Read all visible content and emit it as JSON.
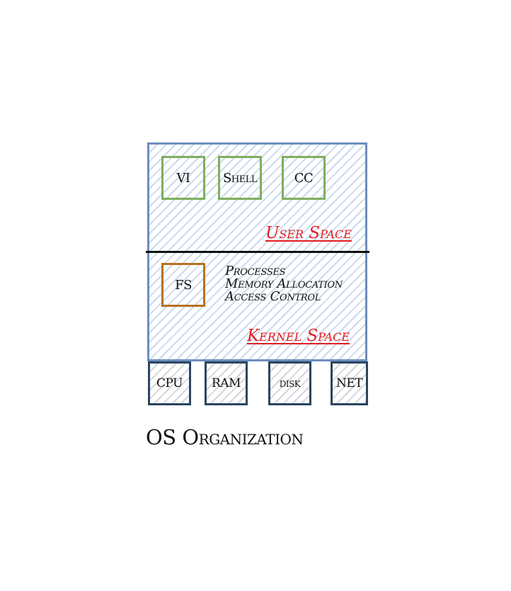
{
  "diagram": {
    "title": "OS Organization",
    "user_space": {
      "label": "User Space",
      "programs": [
        "VI",
        "Shell",
        "CC"
      ]
    },
    "kernel_space": {
      "label": "Kernel Space",
      "module": "FS",
      "features": [
        "Processes",
        "Memory Allocation",
        "Access Control"
      ]
    },
    "hardware": [
      "CPU",
      "RAM",
      "disk",
      "NET"
    ],
    "colors": {
      "os_border": "#6d8dbd",
      "user_program_border": "#7fae5c",
      "kernel_module_border": "#b5721e",
      "hardware_border": "#2b4560",
      "space_label": "#e21d22"
    }
  }
}
